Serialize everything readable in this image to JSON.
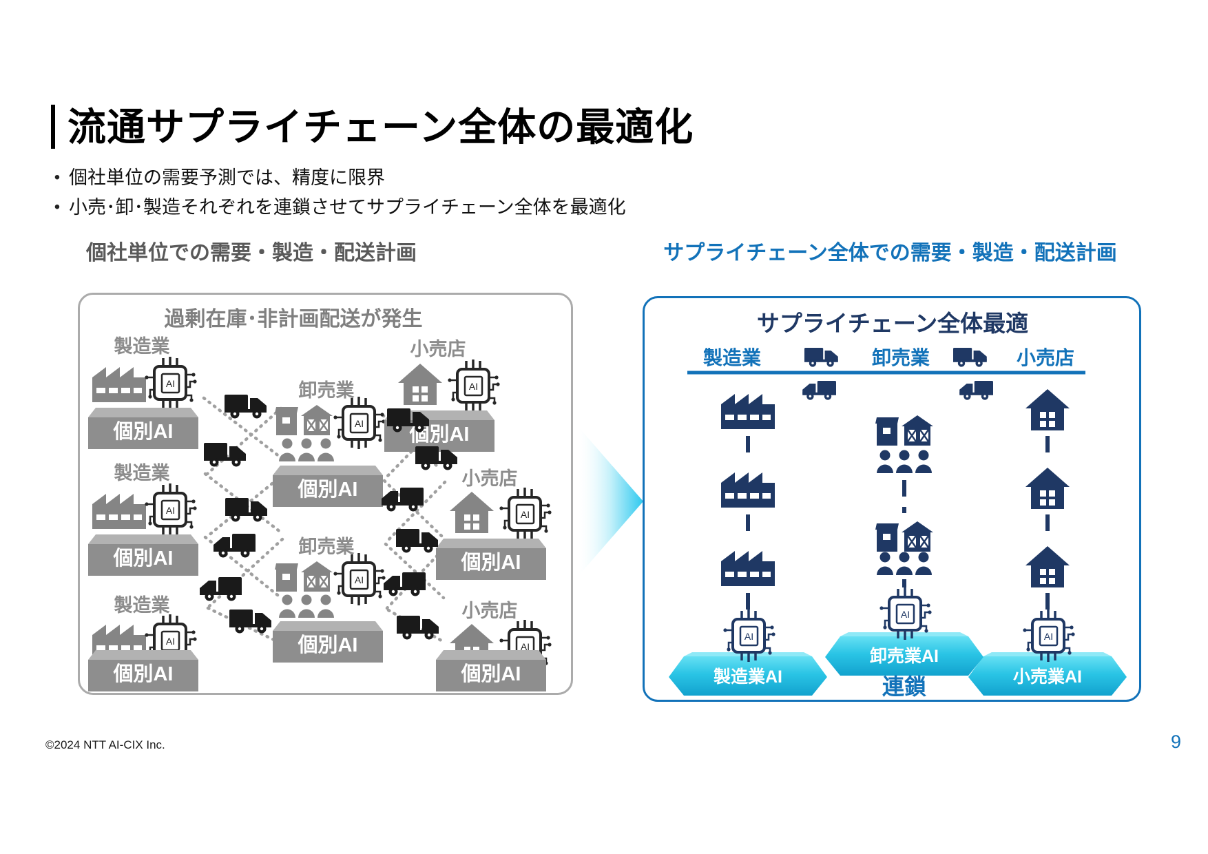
{
  "slide": {
    "title": "流通サプライチェーン全体の最適化",
    "bullet_marker": "•",
    "bullet_1": "個社単位の需要予測では、精度に限界",
    "bullet_2": "小売･卸･製造それぞれを連鎖させてサプライチェーン全体を最適化",
    "footer": "©2024 NTT AI-CIX Inc.",
    "page_number": "9"
  },
  "shared": {
    "chip_label": "AI"
  },
  "left_panel": {
    "header": "個社単位での需要・製造・配送計画",
    "warning": "過剰在庫･非計画配送が発生",
    "manufacturer_label": "製造業",
    "wholesaler_label": "卸売業",
    "retailer_label": "小売店",
    "individual_ai_label": "個別AI"
  },
  "right_panel": {
    "header": "サプライチェーン全体での需要・製造・配送計画",
    "title": "サプライチェーン全体最適",
    "column_manufacturer": "製造業",
    "column_wholesaler": "卸売業",
    "column_retailer": "小売店",
    "ribbon_manufacturer": "製造業AI",
    "ribbon_wholesaler": "卸売業AI",
    "ribbon_retailer": "小売業AI",
    "chain_label": "連鎖"
  },
  "colors": {
    "accent_blue": "#1272B9",
    "navy": "#1F3864",
    "cyan": "#2EC9EF",
    "gray_icon": "#858585",
    "gray_ribbon": "#8E8E8E"
  }
}
